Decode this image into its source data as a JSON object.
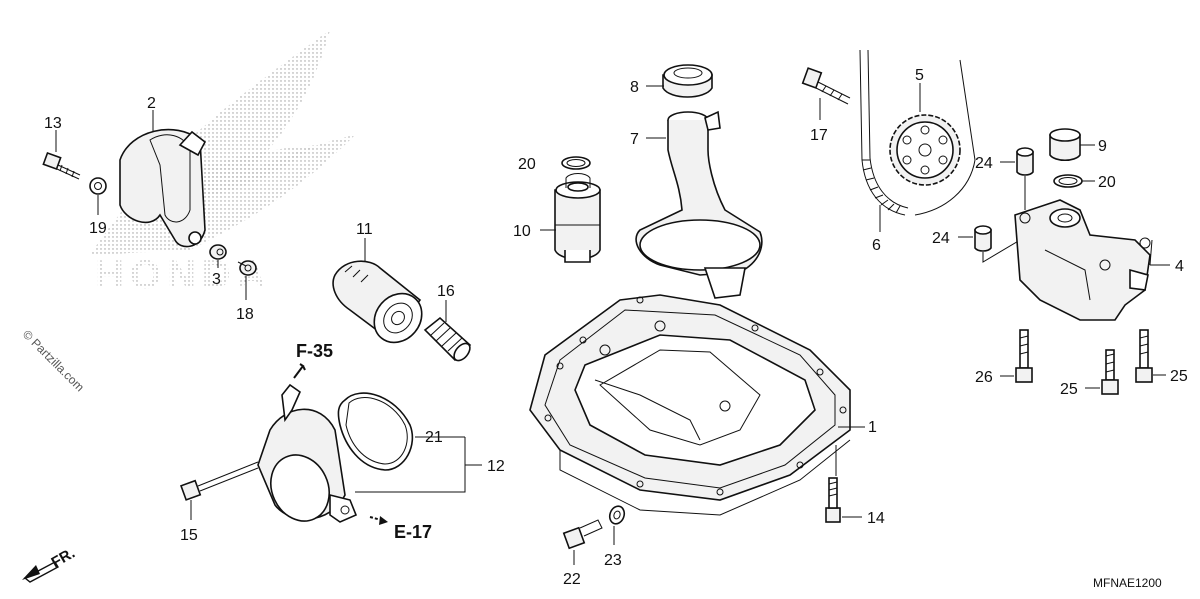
{
  "watermark": {
    "text": "© Partzilla.com",
    "brand_text": "HONDA"
  },
  "diagram_code": "MFNAE1200",
  "reference_labels": {
    "f35": "F-35",
    "e17": "E-17",
    "fr": "FR."
  },
  "callouts": {
    "c1": "1",
    "c2": "2",
    "c3": "3",
    "c4": "4",
    "c5": "5",
    "c6": "6",
    "c7": "7",
    "c8": "8",
    "c9": "9",
    "c10": "10",
    "c11": "11",
    "c12": "12",
    "c13": "13",
    "c14": "14",
    "c15": "15",
    "c16": "16",
    "c17": "17",
    "c18": "18",
    "c19": "19",
    "c20a": "20",
    "c20b": "20",
    "c21": "21",
    "c22": "22",
    "c23": "23",
    "c24a": "24",
    "c24b": "24",
    "c25a": "25",
    "c25b": "25",
    "c26": "26"
  }
}
